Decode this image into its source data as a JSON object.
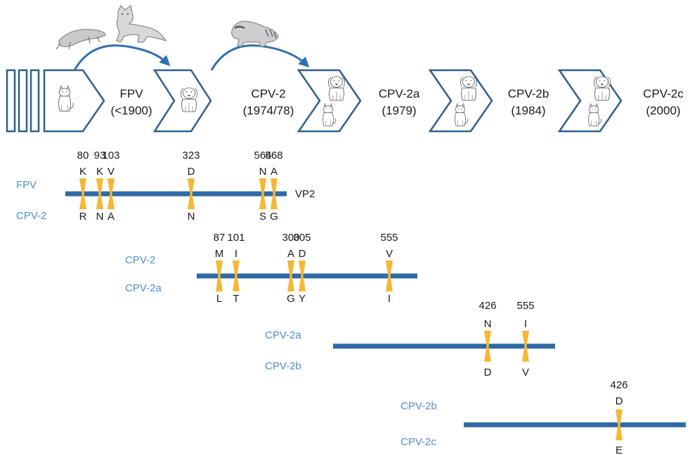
{
  "stages": [
    {
      "name": "FPV",
      "year": "(<1900)"
    },
    {
      "name": "CPV-2",
      "year": "(1974/78)"
    },
    {
      "name": "CPV-2a",
      "year": "(1979)"
    },
    {
      "name": "CPV-2b",
      "year": "(1984)"
    },
    {
      "name": "CPV-2c",
      "year": "(2000)"
    }
  ],
  "tracks": [
    {
      "top_label": "FPV",
      "bottom_label": "CPV-2",
      "protein_label": "VP2",
      "mutations": [
        {
          "pos": "80",
          "from": "K",
          "to": "R"
        },
        {
          "pos": "93",
          "from": "K",
          "to": "N"
        },
        {
          "pos": "103",
          "from": "V",
          "to": "A"
        },
        {
          "pos": "323",
          "from": "D",
          "to": "N"
        },
        {
          "pos": "564",
          "from": "N",
          "to": "S"
        },
        {
          "pos": "568",
          "from": "A",
          "to": "G"
        }
      ]
    },
    {
      "top_label": "CPV-2",
      "bottom_label": "CPV-2a",
      "mutations": [
        {
          "pos": "87",
          "from": "M",
          "to": "L"
        },
        {
          "pos": "101",
          "from": "I",
          "to": "T"
        },
        {
          "pos": "300",
          "from": "A",
          "to": "G"
        },
        {
          "pos": "305",
          "from": "D",
          "to": "Y"
        },
        {
          "pos": "555",
          "from": "V",
          "to": "I"
        }
      ]
    },
    {
      "top_label": "CPV-2a",
      "bottom_label": "CPV-2b",
      "mutations": [
        {
          "pos": "426",
          "from": "N",
          "to": "D"
        },
        {
          "pos": "555",
          "from": "I",
          "to": "V"
        }
      ]
    },
    {
      "top_label": "CPV-2b",
      "bottom_label": "CPV-2c",
      "mutations": [
        {
          "pos": "426",
          "from": "D",
          "to": "E"
        }
      ]
    }
  ],
  "colors": {
    "chevron": "#2e5f8f",
    "bar": "#2f6aa6",
    "marker": "#f7b733",
    "arrow": "#2e6fb5",
    "track_label": "#4a8fd4"
  }
}
